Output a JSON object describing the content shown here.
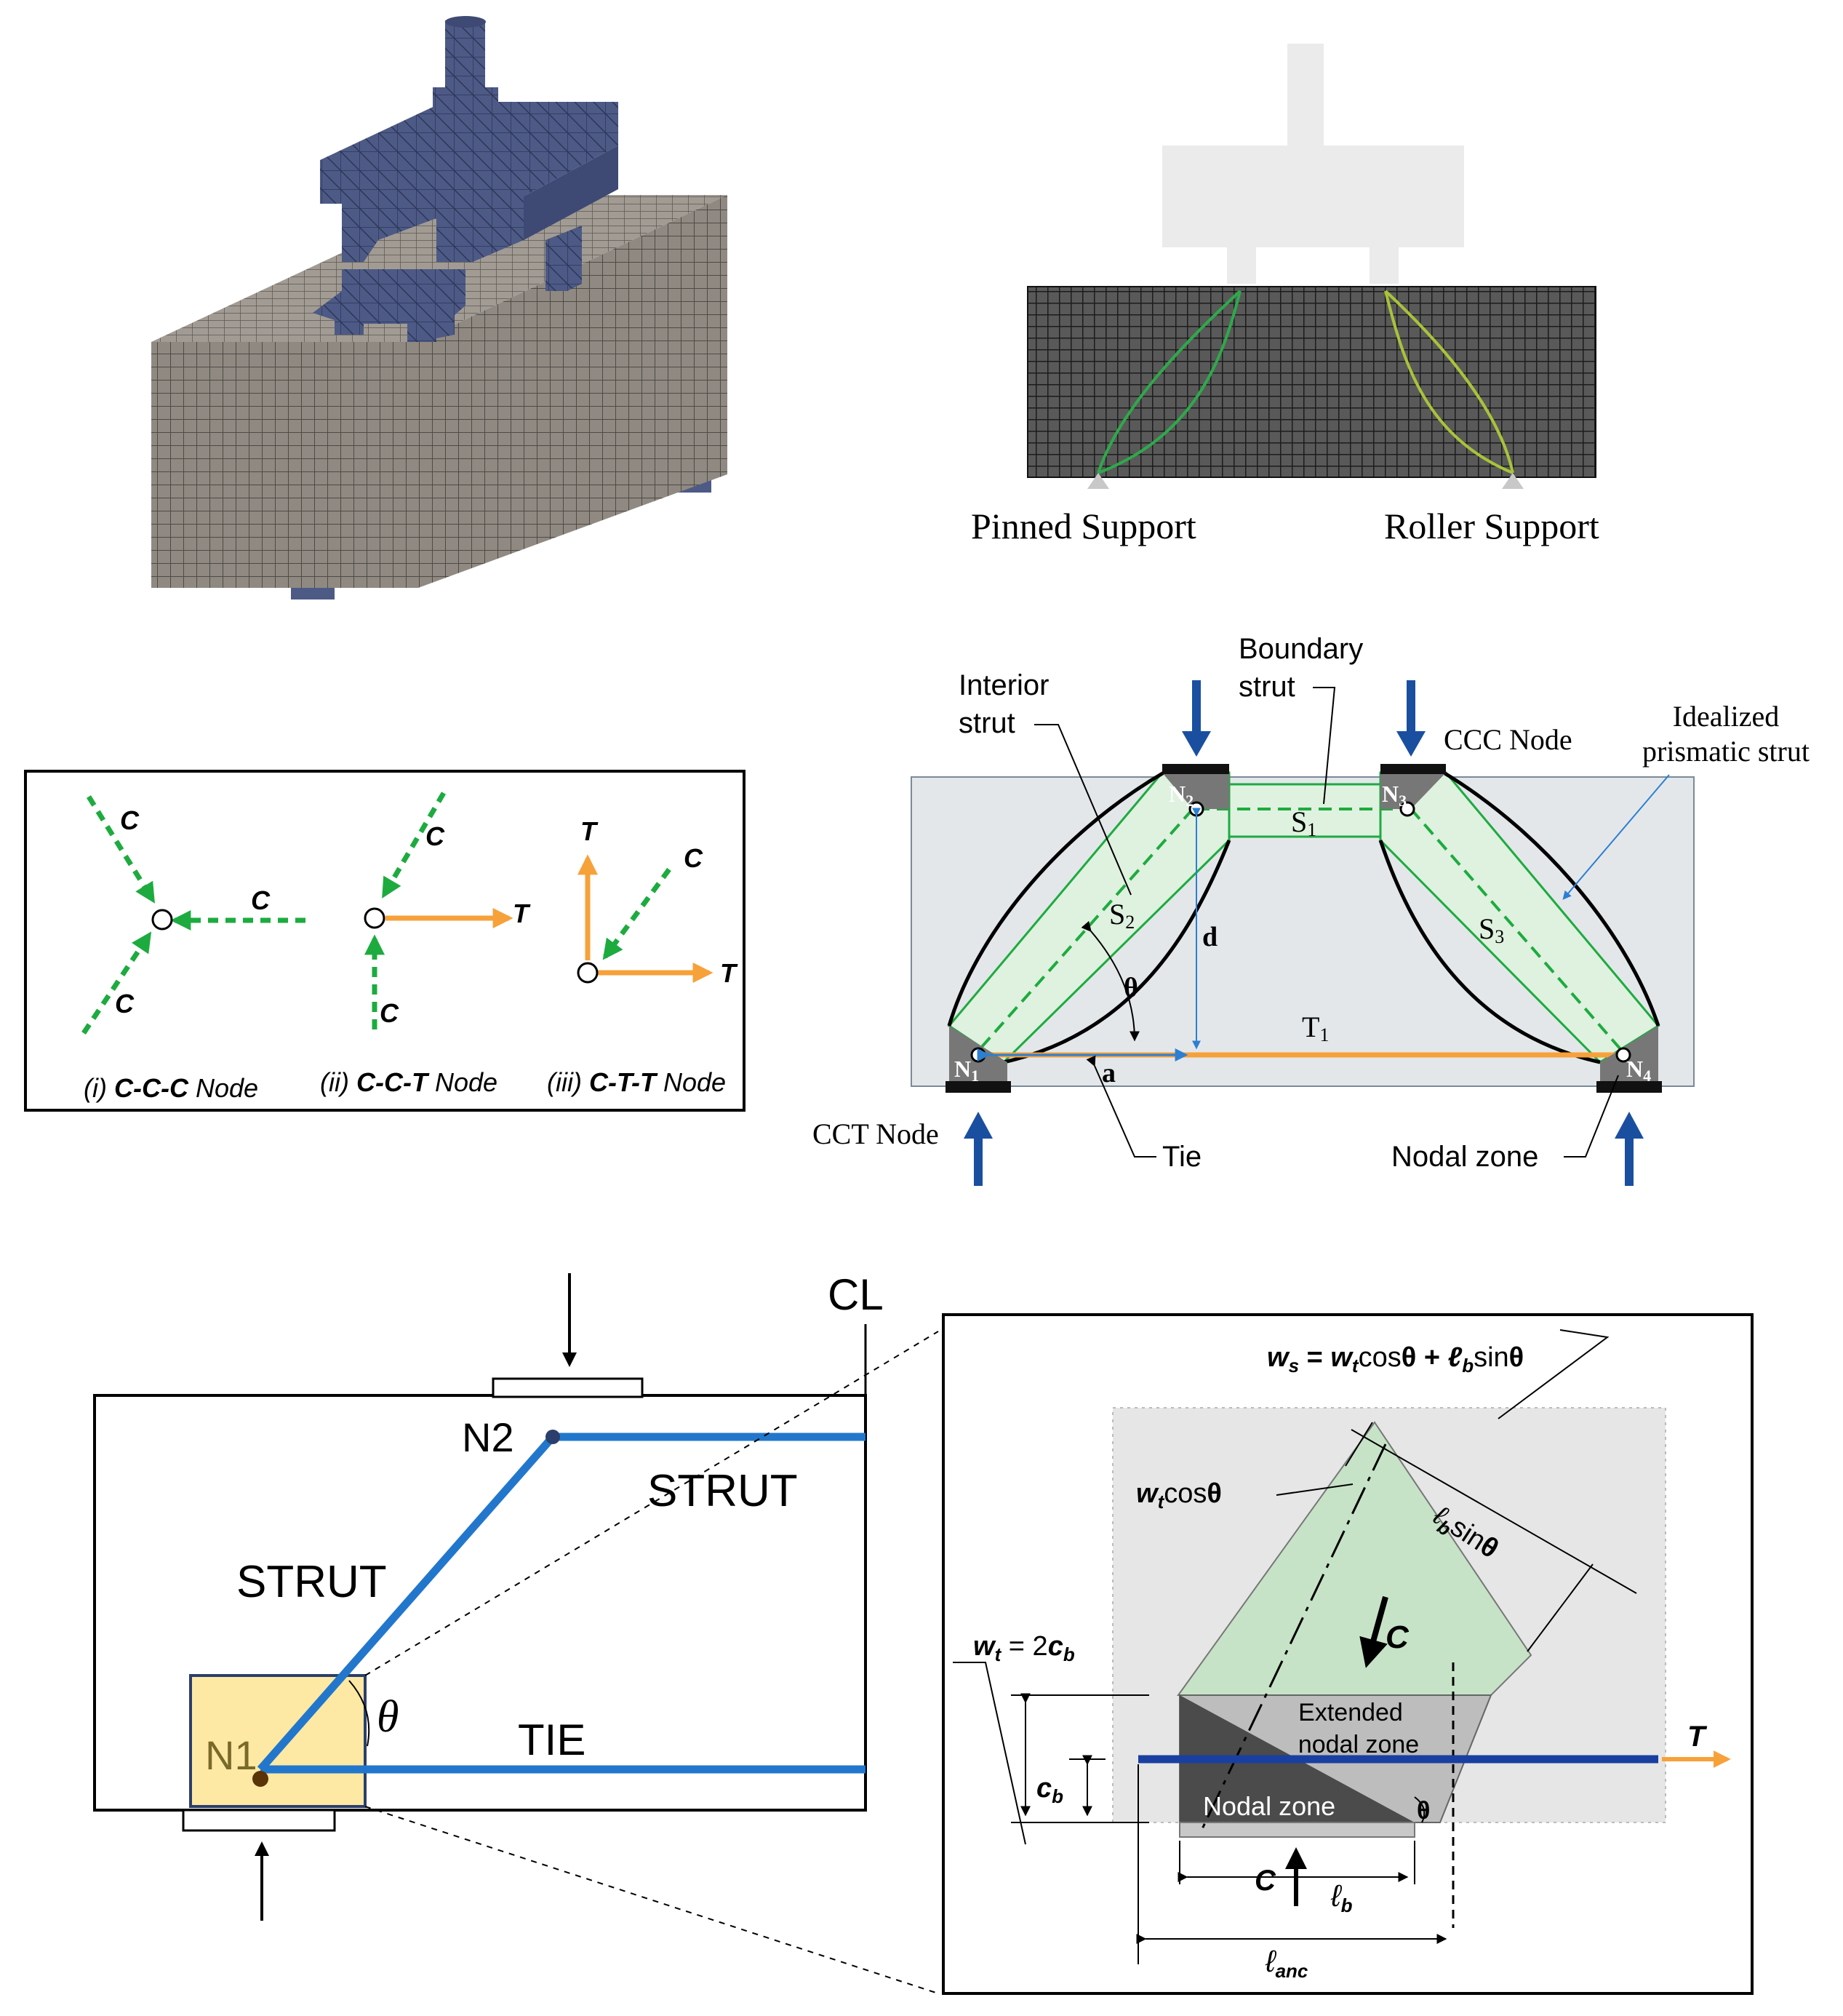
{
  "fem": {
    "pinned_label": "Pinned Support",
    "roller_label": "Roller Support"
  },
  "node_types": {
    "ccc": {
      "c1": "C",
      "c2": "C",
      "c3": "C",
      "prefix": "(i) ",
      "name": "C-C-C",
      "suffix": " Node"
    },
    "cct": {
      "c1": "C",
      "c2": "C",
      "t1": "T",
      "prefix": "(ii) ",
      "name": "C-C-T",
      "suffix": " Node"
    },
    "ctt": {
      "t1": "T",
      "c1": "C",
      "t2": "T",
      "prefix": "(iii) ",
      "name": "C-T-T",
      "suffix": " Node"
    }
  },
  "stm": {
    "interior_strut": [
      "Interior",
      "strut"
    ],
    "boundary_strut": [
      "Boundary",
      "strut"
    ],
    "ccc_node": "CCC Node",
    "idealized": [
      "Idealized",
      "prismatic strut"
    ],
    "n1": "N",
    "n1_sub": "1",
    "n2": "N",
    "n2_sub": "2",
    "n3": "N",
    "n3_sub": "3",
    "n4": "N",
    "n4_sub": "4",
    "s1": "S",
    "s1_sub": "1",
    "s2": "S",
    "s2_sub": "2",
    "s3": "S",
    "s3_sub": "3",
    "t1": "T",
    "t1_sub": "1",
    "d": "d",
    "theta": "θ",
    "a": "a",
    "cct_node": "CCT Node",
    "tie": "Tie",
    "nodal_zone": "Nodal zone"
  },
  "truss": {
    "cl": "CL",
    "n2": "N2",
    "strut_right": "STRUT",
    "strut_left": "STRUT",
    "n1": "N1",
    "theta": "θ",
    "tie": "TIE"
  },
  "detail": {
    "ws_formula": {
      "w": "w",
      "s": "s",
      "eq": " = ",
      "w2": "w",
      "t": "t",
      "cos": "cos",
      "th1": "θ",
      "plus": " + ",
      "l": "ℓ",
      "b": "b",
      "sin": "sin",
      "th2": "θ"
    },
    "wt_cos": {
      "w": "w",
      "t": "t",
      "cos": "cos",
      "th": "θ"
    },
    "lb_sin": {
      "l": "ℓ",
      "b": "b",
      "sin": "sin",
      "th": "θ"
    },
    "wt_eq": {
      "w": "w",
      "t": "t",
      "eq": " = 2",
      "c": "c",
      "b": "b"
    },
    "cb": {
      "c": "c",
      "b": "b"
    },
    "c_top": "C",
    "t_label": "T",
    "extended": [
      "Extended",
      "nodal zone"
    ],
    "nodal_zone": "Nodal zone",
    "theta": "θ",
    "c_bottom": "C",
    "lb": {
      "l": "ℓ",
      "b": "b"
    },
    "lanc": {
      "l": "ℓ",
      "sub": "anc"
    }
  },
  "colors": {
    "green": "#1dab3f",
    "orange": "#f7a13a",
    "blue": "#1a4fa0",
    "truss_blue": "#2277cc",
    "strut_fill": "#dff1df",
    "mesh": "#8f8982",
    "beam_fill": "#e4e7ea"
  }
}
